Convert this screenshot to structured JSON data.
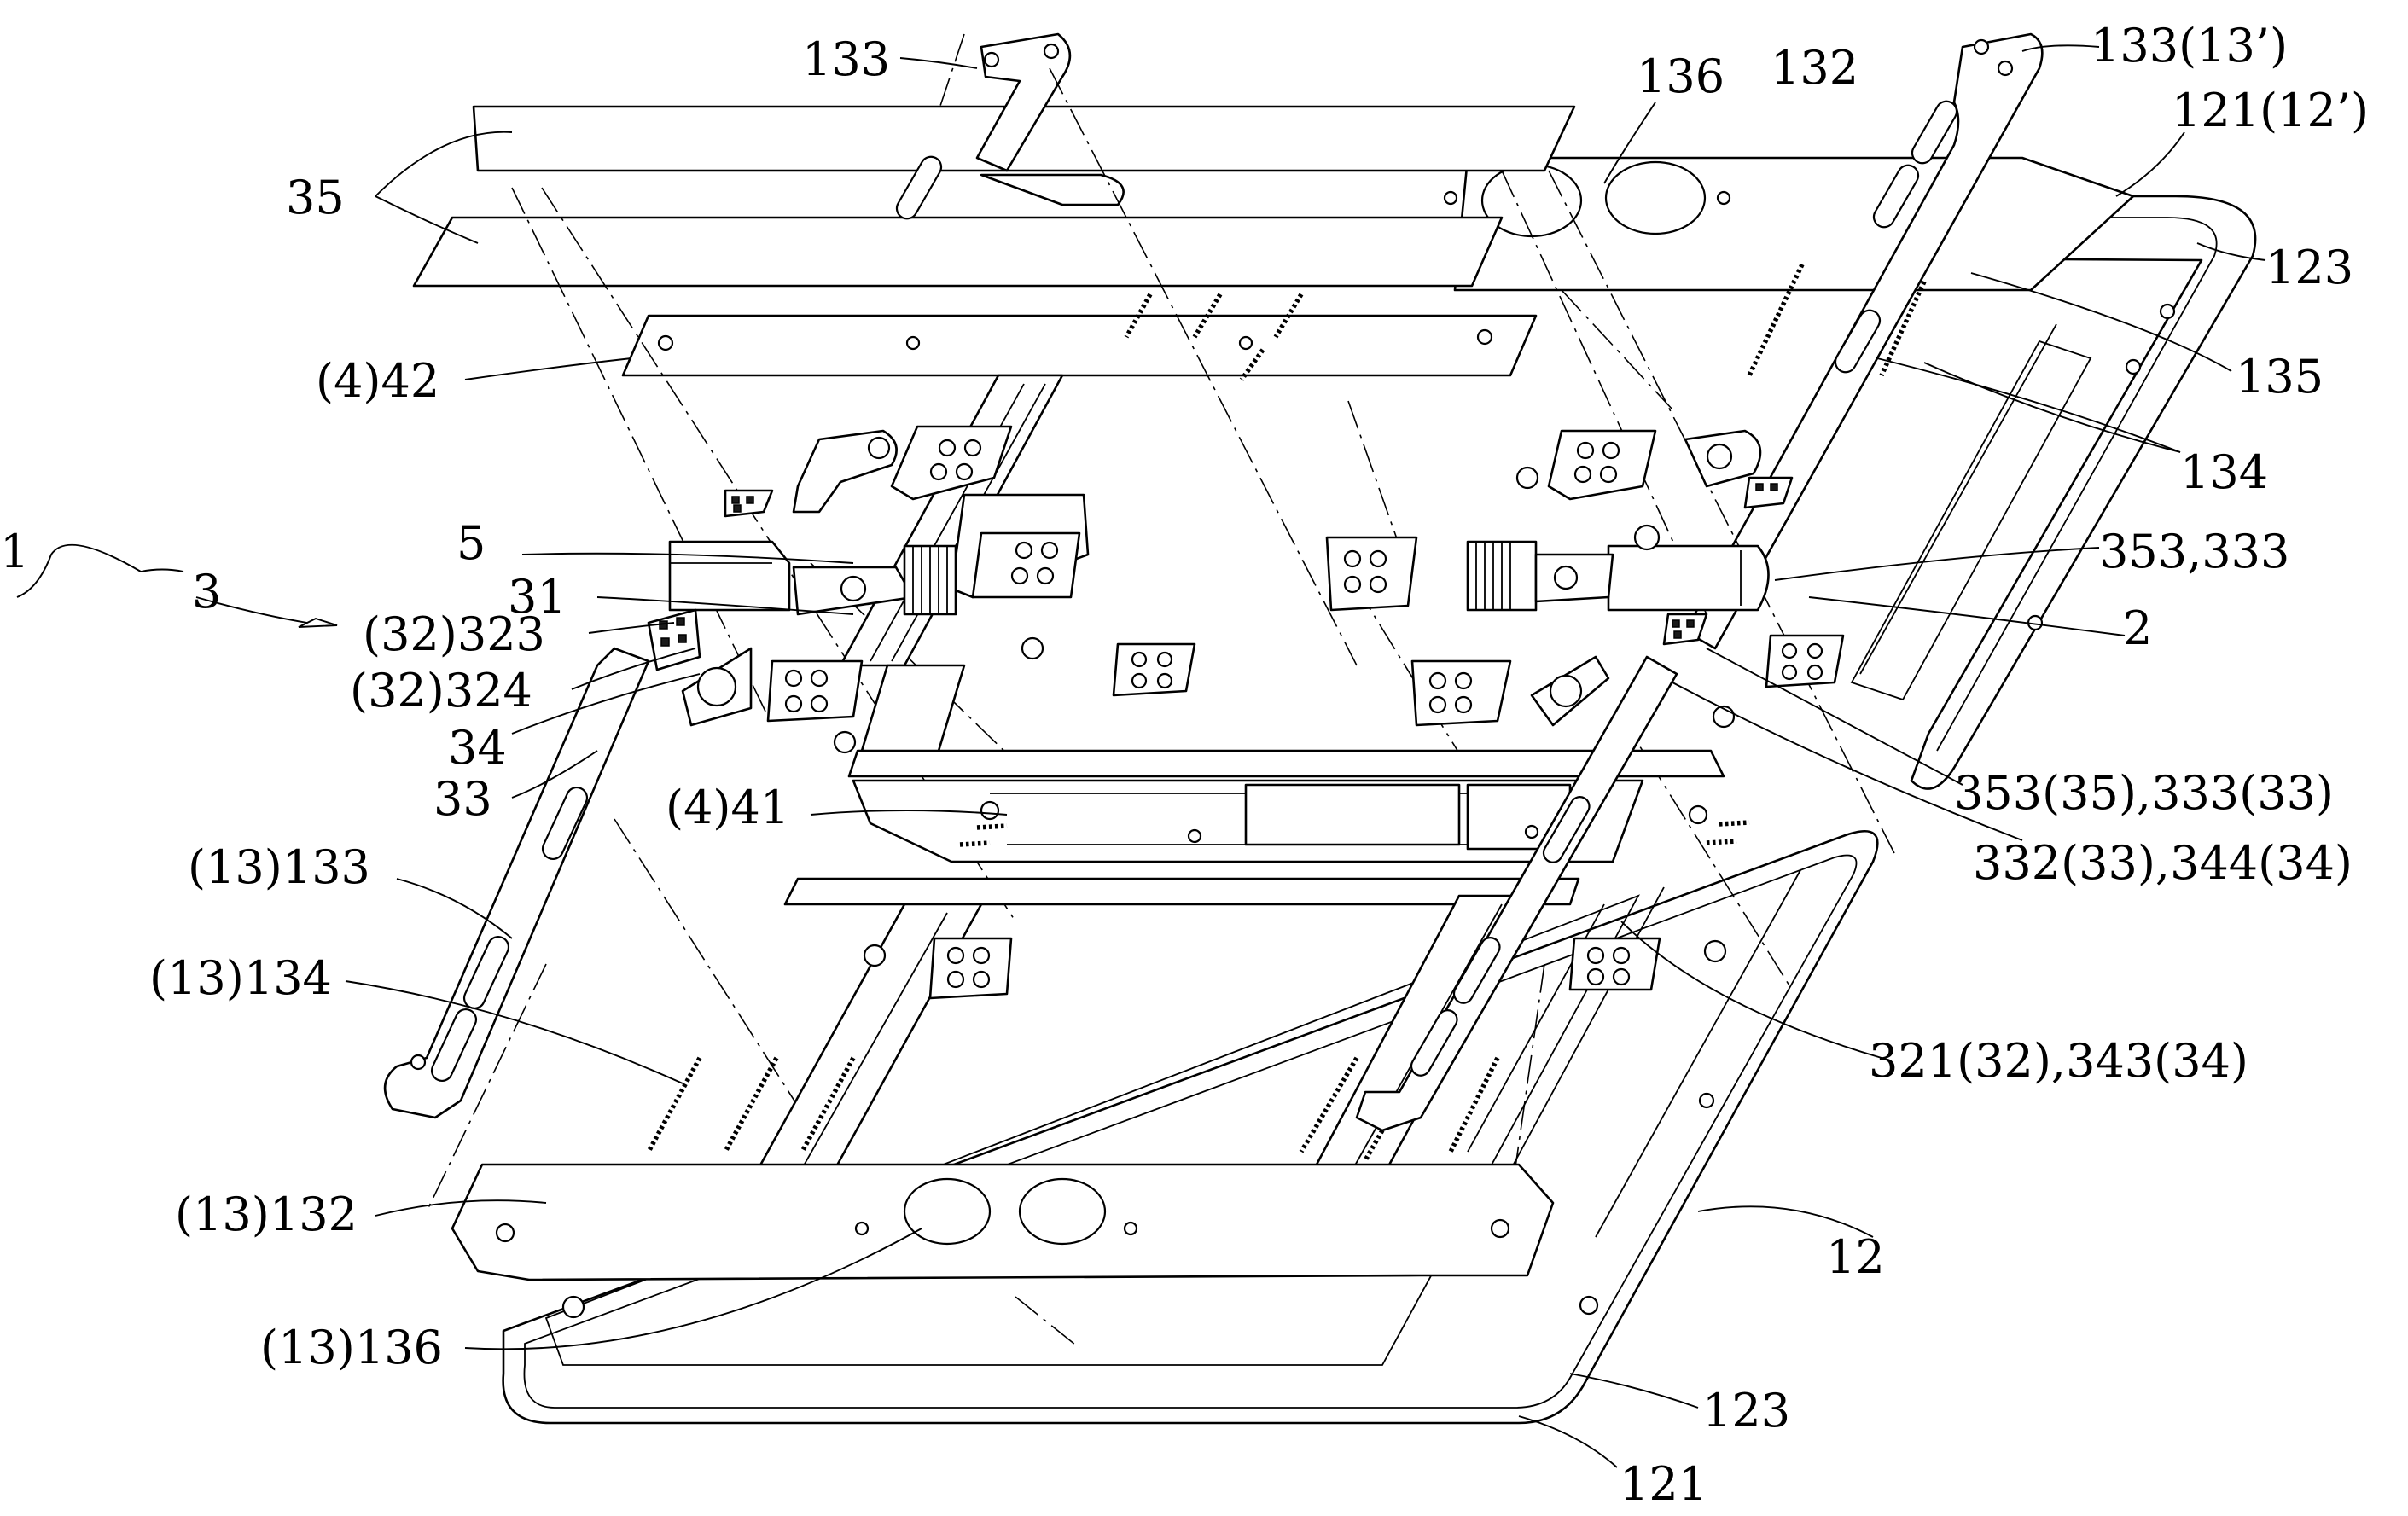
{
  "labels": {
    "l133_top": "133",
    "l136_top": "136",
    "l132_top": "132",
    "l133_13p": "133(13’)",
    "l121_12p": "121(12’)",
    "l35": "35",
    "l123_right": "123",
    "l135": "135",
    "l4_42": "(4)42",
    "l134_right": "134",
    "l1": "1",
    "l5": "5",
    "l353_333": "353,333",
    "l3": "3",
    "l31": "31",
    "l32_323": "(32)323",
    "l2": "2",
    "l32_324": "(32)324",
    "l34": "34",
    "l33": "33",
    "l353_35_333_33": "353(35),333(33)",
    "l4_41": "(4)41",
    "l332_33_344_34": "332(33),344(34)",
    "l13_133": "(13)133",
    "l13_134": "(13)134",
    "l321_32_343_34": "321(32),343(34)",
    "l13_132": "(13)132",
    "l12": "12",
    "l13_136": "(13)136",
    "l123_bottom": "123",
    "l121_bottom": "121"
  }
}
